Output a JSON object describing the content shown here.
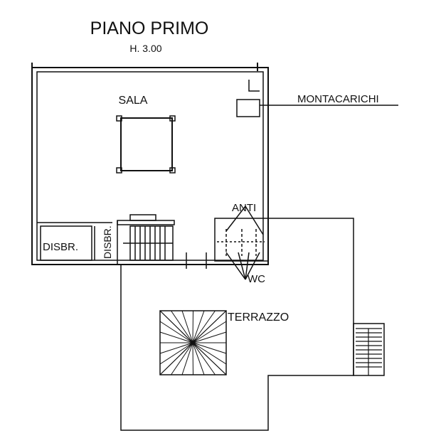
{
  "title": "PIANO PRIMO",
  "height_label": "H. 3.00",
  "rooms": {
    "sala": "SALA",
    "montacarichi": "MONTACARICHI",
    "anti": "ANTI",
    "wc": "WC",
    "disbr_1": "DISBR.",
    "disbr_2": "DISBR.",
    "terrazzo": "TERRAZZO"
  },
  "colors": {
    "ink": "#111111",
    "background": "#ffffff"
  }
}
